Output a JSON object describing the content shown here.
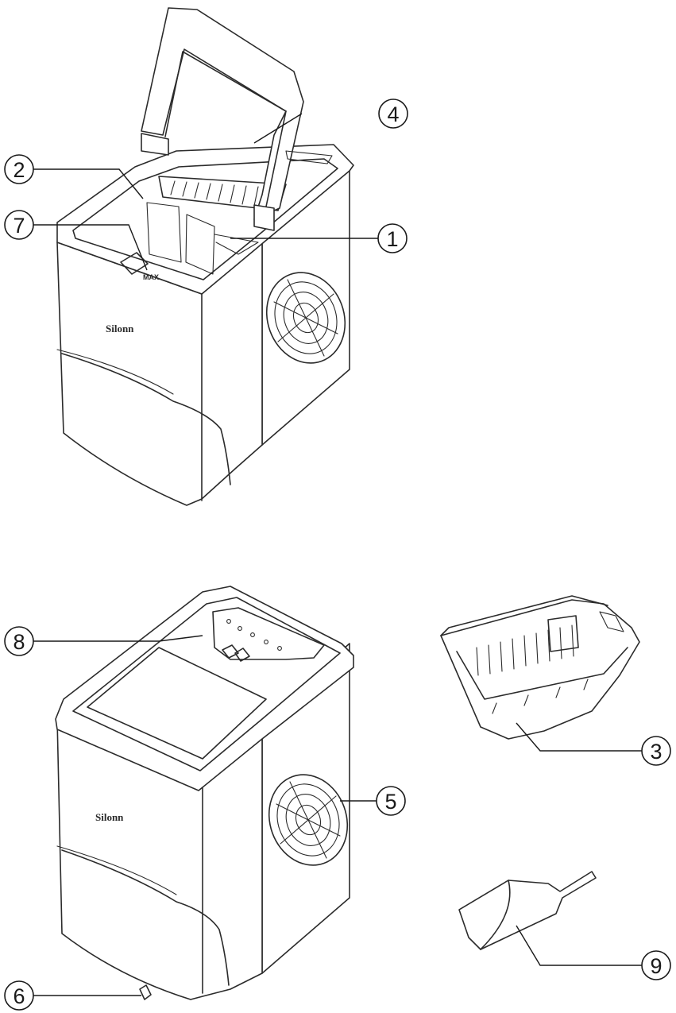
{
  "figure": {
    "brand_top": "Silonn",
    "brand_bottom": "Silonn",
    "max_mark": "MAX"
  },
  "callouts": [
    {
      "id": "c1",
      "label": "1"
    },
    {
      "id": "c2",
      "label": "2"
    },
    {
      "id": "c3",
      "label": "3"
    },
    {
      "id": "c4",
      "label": "4"
    },
    {
      "id": "c5",
      "label": "5"
    },
    {
      "id": "c6",
      "label": "6"
    },
    {
      "id": "c7",
      "label": "7"
    },
    {
      "id": "c8",
      "label": "8"
    },
    {
      "id": "c9",
      "label": "9"
    }
  ],
  "colors": {
    "line": "#2b2b2b",
    "background": "#ffffff"
  }
}
